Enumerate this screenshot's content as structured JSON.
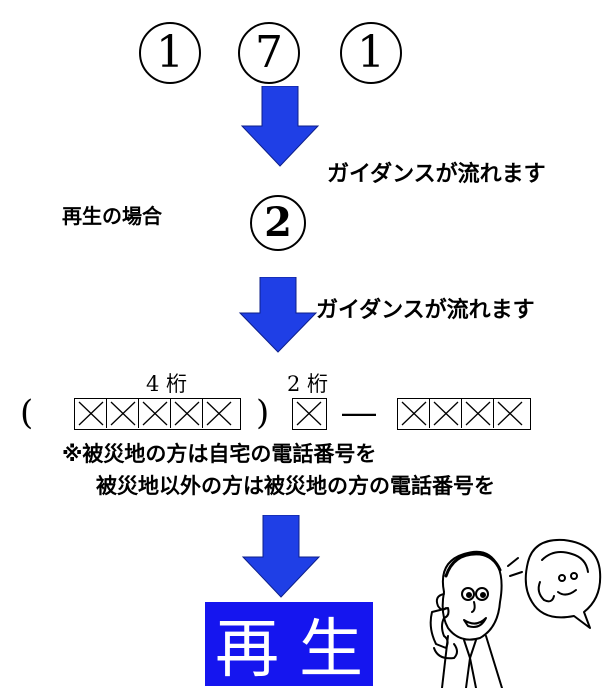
{
  "step1_digits": [
    "1",
    "7",
    "1"
  ],
  "guidance_1": "ガイダンスが流れます",
  "play_case_label": "再生の場合",
  "step2_digit": "2",
  "guidance_2": "ガイダンスが流れます",
  "phone_format": {
    "label_left": "4 桁",
    "label_right": "2 桁",
    "open_paren": "(",
    "close_paren": ")",
    "dash": "―",
    "first_group_count": 5,
    "middle_group_count": 1,
    "last_group_count": 4
  },
  "note_line1": "※被災地の方は自宅の電話番号を",
  "note_line2": "被災地以外の方は被災地の方の電話番号を",
  "play_block": {
    "char1": "再",
    "char2": "生"
  },
  "colors": {
    "arrow": "#1f3fe6",
    "play_bg": "#1515ef"
  },
  "illustration": "two-people-on-phone-icon"
}
